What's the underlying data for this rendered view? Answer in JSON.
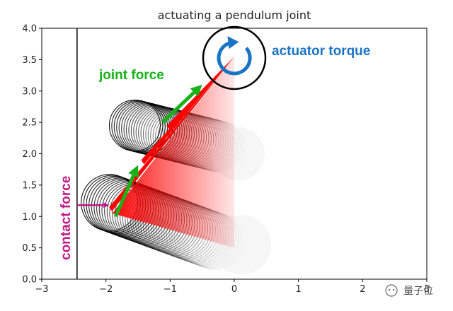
{
  "chart_data": {
    "type": "scatter",
    "title": "actuating a pendulum joint",
    "xlabel": "",
    "ylabel": "",
    "xlim": [
      -3,
      3
    ],
    "ylim": [
      0.0,
      4.0
    ],
    "xticks": [
      -3,
      -2,
      -1,
      0,
      1,
      2,
      3
    ],
    "xtick_labels": [
      "−3",
      "−2",
      "−1",
      "0",
      "1",
      "2",
      "3"
    ],
    "yticks": [
      0.0,
      0.5,
      1.0,
      1.5,
      2.0,
      2.5,
      3.0,
      3.5,
      4.0
    ],
    "ytick_labels": [
      "0.0",
      "0.5",
      "1.0",
      "1.5",
      "2.0",
      "2.5",
      "3.0",
      "3.5",
      "4.0"
    ],
    "grid": false,
    "legend": "none",
    "wall_x": -2.45,
    "pivot": [
      0.0,
      3.55
    ],
    "rod_endpoints": [
      [
        -1.95,
        1.15
      ],
      [
        -1.45,
        1.9
      ],
      [
        -1.05,
        2.45
      ]
    ],
    "ghost_positions": [
      [
        -2.0,
        1.22
      ],
      [
        -1.55,
        2.45
      ],
      [
        0.0,
        0.55
      ],
      [
        0.0,
        2.0
      ]
    ],
    "annotations": {
      "joint_force": "joint force",
      "actuator_torque": "actuator torque",
      "contact_force": "contact force"
    },
    "colors": {
      "joint_force": "#18b118",
      "actuator_torque": "#1a74c4",
      "contact_force": "#c01a86",
      "link": "#ff0000",
      "body": "#000000"
    }
  },
  "watermark": "量子位"
}
